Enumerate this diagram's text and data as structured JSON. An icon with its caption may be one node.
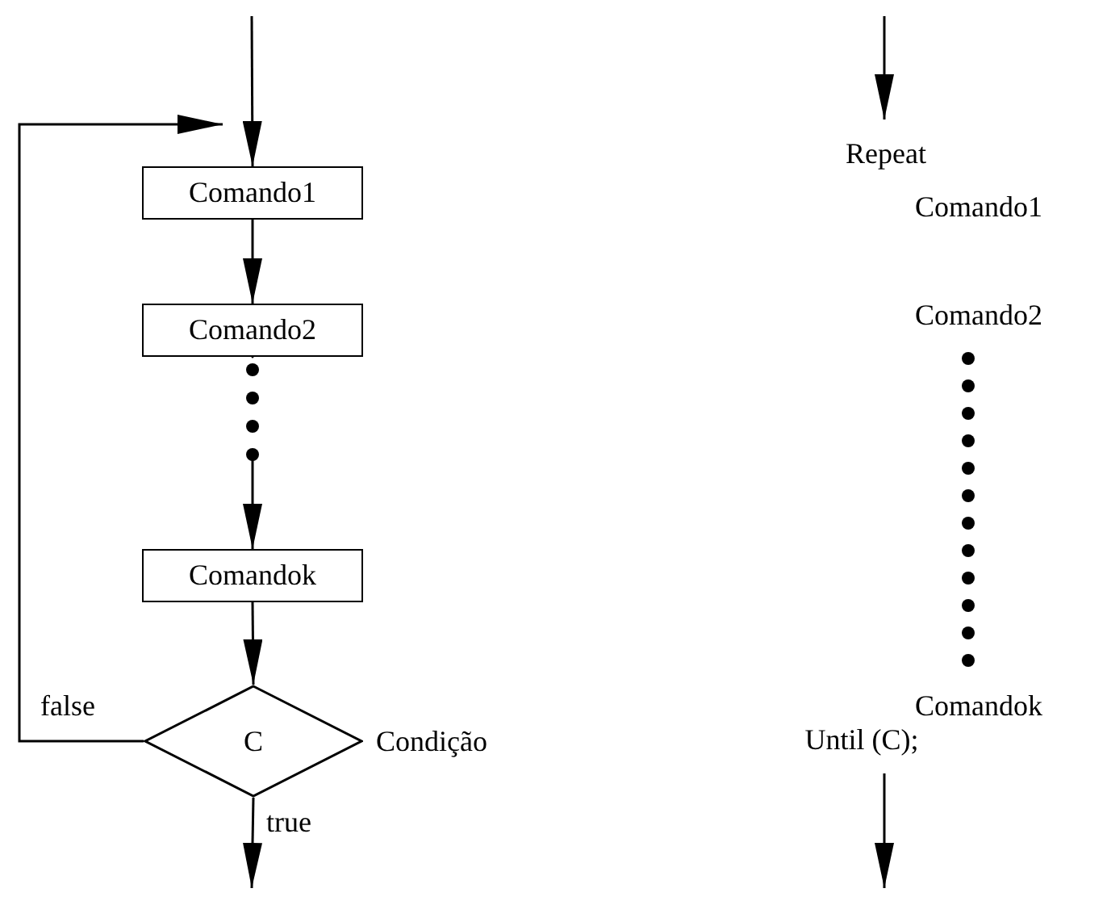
{
  "diagram": {
    "nodes": [
      {
        "text": [
          "Comando1"
        ]
      },
      {
        "text": [
          "Comando2"
        ]
      },
      {
        "text": [
          "Comandok"
        ]
      },
      {
        "text": [
          "C"
        ],
        "beside": [
          "Condição"
        ]
      },
      {
        "text": [
          "Repeat"
        ]
      },
      {
        "text": [
          "Until (C);"
        ]
      }
    ],
    "edges": [
      {
        "from": null,
        "to": 0,
        "arrow": "to"
      },
      {
        "from": 0,
        "to": 1,
        "arrow": "to"
      },
      {
        "from": 1,
        "to": 2,
        "arrow": "to",
        "style": "dashed"
      },
      {
        "from": 2,
        "to": 3,
        "arrow": "to"
      },
      {
        "from": 3,
        "to": null,
        "arrow": "to",
        "label": "true"
      },
      {
        "from": 3,
        "to": 0,
        "arrow": "to",
        "label": "false"
      },
      {
        "from": null,
        "to": 4,
        "arrow": "to"
      },
      {
        "from": 5,
        "to": null,
        "arrow": "to"
      }
    ],
    "labels": [
      "Comando1",
      "Comando2",
      "Comandok"
    ]
  }
}
